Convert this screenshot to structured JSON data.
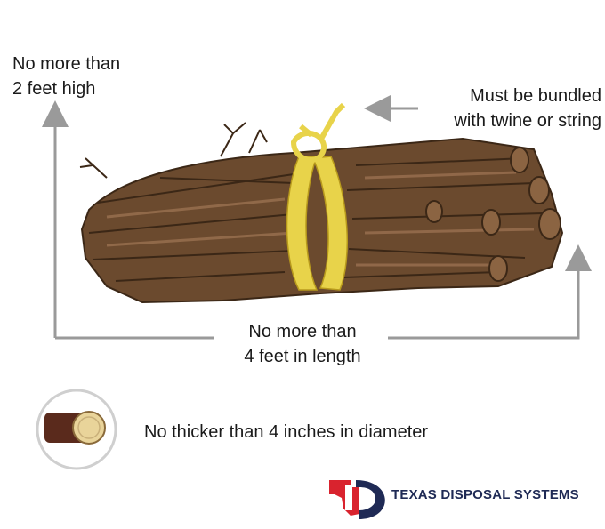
{
  "labels": {
    "height_line1": "No more than",
    "height_line2": "2 feet high",
    "twine_line1": "Must be bundled",
    "twine_line2": "with twine or string",
    "length_line1": "No more than",
    "length_line2": "4 feet in length",
    "diameter": "No thicker than 4 inches in diameter"
  },
  "brand": {
    "name": "TEXAS DISPOSAL SYSTEMS"
  },
  "colors": {
    "arrow": "#9a9a9a",
    "wood": "#6b4a2e",
    "wood_dark": "#3b2716",
    "twine": "#e8d34a",
    "cut_end": "#e9d49a",
    "logo_red": "#d9232e",
    "logo_blue": "#1f2a55"
  },
  "icons": [
    "bundled-branches-illustration",
    "branch-cross-section-icon",
    "texas-disposal-logo-icon"
  ]
}
